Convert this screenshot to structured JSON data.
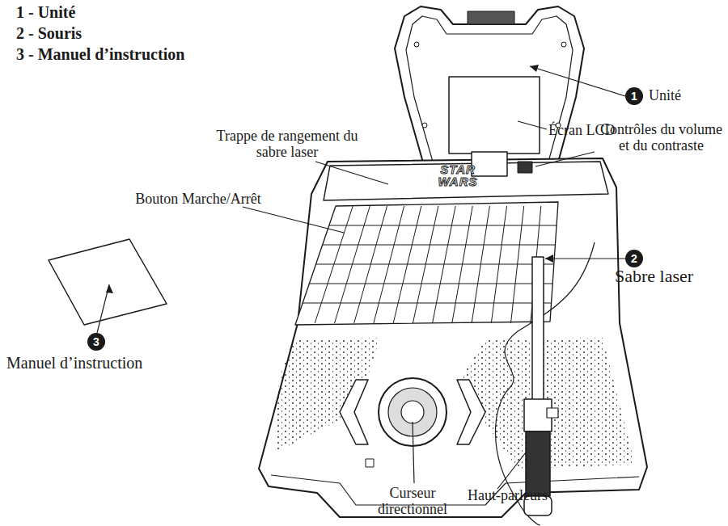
{
  "diagram": {
    "nodes": [
      {
        "text": [
          "1"
        ]
      },
      {
        "text": [
          "2"
        ]
      },
      {
        "text": [
          "3"
        ]
      }
    ],
    "labels": [
      "1 - Unité",
      "2 - Souris",
      "3 - Manuel d’instruction",
      "Unité",
      "Écran LCD",
      "Trappe de rangement du sabre laser",
      "Bouton Marche/Arrêt",
      "Contrôles du volume et du contraste",
      "Sabre laser",
      "Manuel d’instruction",
      "STAR WARS",
      "Curseur directionnel",
      "Haut-parleurs"
    ]
  }
}
